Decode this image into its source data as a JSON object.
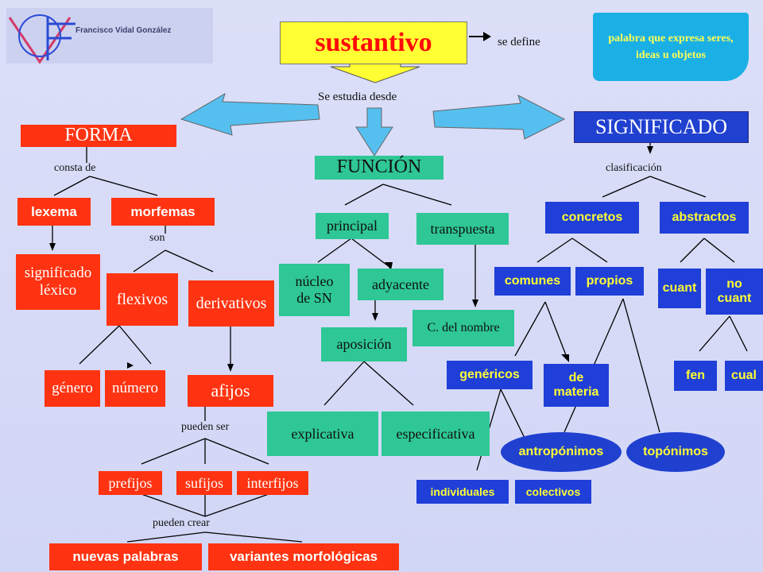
{
  "logo": {
    "text": "Francisco Vidal González"
  },
  "root": {
    "title": "sustantivo",
    "defined_as": "se define",
    "definition": "palabra que expresa seres, ideas u objetos",
    "studied_from": "Se estudia desde"
  },
  "forma": {
    "title": "FORMA",
    "consists_of": "consta de",
    "lexema": "lexema",
    "morfemas": "morfemas",
    "significado_lexico": "significado léxico",
    "son": "son",
    "flexivos": "flexivos",
    "derivativos": "derivativos",
    "genero": "género",
    "numero": "número",
    "afijos": "afijos",
    "pueden_ser": "pueden ser",
    "prefijos": "prefijos",
    "sufijos": "sufijos",
    "interfijos": "interfijos",
    "pueden_crear": "pueden crear",
    "nuevas_palabras": "nuevas palabras",
    "variantes": "variantes morfológicas"
  },
  "funcion": {
    "title": "FUNCIÓN",
    "principal": "principal",
    "transpuesta": "transpuesta",
    "nucleo": "núcleo de SN",
    "adyacente": "adyacente",
    "c_nombre": "C. del nombre",
    "aposicion": "aposición",
    "explicativa": "explicativa",
    "especificativa": "especificativa"
  },
  "significado": {
    "title": "SIGNIFICADO",
    "clasificacion": "clasificación",
    "concretos": "concretos",
    "abstractos": "abstractos",
    "comunes": "comunes",
    "propios": "propios",
    "cuant": "cuant",
    "no_cuant": "no cuant",
    "genericos": "genéricos",
    "de_materia": "de materia",
    "antroponimos": "antropónimos",
    "toponimos": "topónimos",
    "individuales": "individuales",
    "colectivos": "colectivos",
    "fen": "fen",
    "cual": "cual"
  },
  "colors": {
    "red": "#ff3311",
    "teal": "#2ec795",
    "blue": "#1f3fd8",
    "yellow": "#ffff33",
    "cyan": "#1ab0e6",
    "background": "#d9dcf7"
  }
}
